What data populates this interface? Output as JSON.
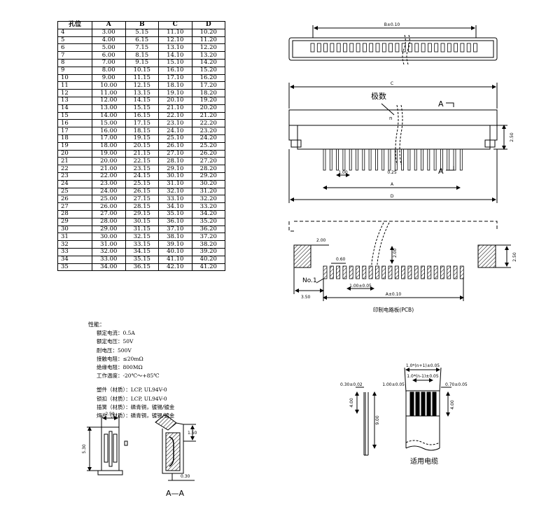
{
  "table": {
    "headers": [
      "孔位",
      "A",
      "B",
      "C",
      "D"
    ],
    "rows": [
      [
        "4",
        "3.00",
        "5.15",
        "11.10",
        "10.20"
      ],
      [
        "5",
        "4.00",
        "6.15",
        "12.10",
        "11.20"
      ],
      [
        "6",
        "5.00",
        "7.15",
        "13.10",
        "12.20"
      ],
      [
        "7",
        "6.00",
        "8.15",
        "14.10",
        "13.20"
      ],
      [
        "8",
        "7.00",
        "9.15",
        "15.10",
        "14.20"
      ],
      [
        "9",
        "8.00",
        "10.15",
        "16.10",
        "15.20"
      ],
      [
        "10",
        "9.00",
        "11.15",
        "17.10",
        "16.20"
      ],
      [
        "11",
        "10.00",
        "12.15",
        "18.10",
        "17.20"
      ],
      [
        "12",
        "11.00",
        "13.15",
        "19.10",
        "18.20"
      ],
      [
        "13",
        "12.00",
        "14.15",
        "20.10",
        "19.20"
      ],
      [
        "14",
        "13.00",
        "15.15",
        "21.10",
        "20.20"
      ],
      [
        "15",
        "14.00",
        "16.15",
        "22.10",
        "21.20"
      ],
      [
        "16",
        "15.00",
        "17.15",
        "23.10",
        "22.20"
      ],
      [
        "17",
        "16.00",
        "18.15",
        "24.10",
        "23.20"
      ],
      [
        "18",
        "17.00",
        "19.15",
        "25.10",
        "24.20"
      ],
      [
        "19",
        "18.00",
        "20.15",
        "26.10",
        "25.20"
      ],
      [
        "20",
        "19.00",
        "21.15",
        "27.10",
        "26.20"
      ],
      [
        "21",
        "20.00",
        "22.15",
        "28.10",
        "27.20"
      ],
      [
        "22",
        "21.00",
        "23.15",
        "29.10",
        "28.20"
      ],
      [
        "23",
        "22.00",
        "24.15",
        "30.10",
        "29.20"
      ],
      [
        "24",
        "23.00",
        "25.15",
        "31.10",
        "30.20"
      ],
      [
        "25",
        "24.00",
        "26.15",
        "32.10",
        "31.20"
      ],
      [
        "26",
        "25.00",
        "27.15",
        "33.10",
        "32.20"
      ],
      [
        "27",
        "26.00",
        "28.15",
        "34.10",
        "33.20"
      ],
      [
        "28",
        "27.00",
        "29.15",
        "35.10",
        "34.20"
      ],
      [
        "29",
        "28.00",
        "30.15",
        "36.10",
        "35.20"
      ],
      [
        "30",
        "29.00",
        "31.15",
        "37.10",
        "36.20"
      ],
      [
        "31",
        "30.00",
        "32.15",
        "38.10",
        "37.20"
      ],
      [
        "32",
        "31.00",
        "33.15",
        "39.10",
        "38.20"
      ],
      [
        "33",
        "32.00",
        "34.15",
        "40.10",
        "39.20"
      ],
      [
        "34",
        "33.00",
        "35.15",
        "41.10",
        "40.20"
      ],
      [
        "35",
        "34.00",
        "36.15",
        "42.10",
        "41.20"
      ]
    ]
  },
  "specs": {
    "title": "性能：",
    "electrical": [
      "额定电流：0.5A",
      "额定电压：50V",
      "耐电压：500V",
      "接触电阻：≤20mΩ",
      "绝缘电阻：800MΩ",
      "工作温度：-20℃～+85℃"
    ],
    "materials": [
      "塑件（材质）：LCP, UL94V-0",
      "锁扣（材质）：LCP, UL94V-0",
      "插簧（材质）：磷青铜，镀锡/镀金",
      "焊片（材质）：磷青铜，镀锡/镀金"
    ]
  },
  "views": {
    "top": {
      "dim_b": "B±0.10"
    },
    "front": {
      "dim_c": "C",
      "label_poles": "极数",
      "label_n": "n",
      "label_a1": "A",
      "label_a2": "A",
      "dim_pitch": "1.00",
      "dim_pin": "0.25",
      "dim_a": "A",
      "dim_d": "D",
      "dim_h": "2.50"
    },
    "pcb": {
      "dim_left": "2.00",
      "dim_gap": "0.60",
      "dim_top": "2.00",
      "dim_right": "2.50",
      "label_no1": "No.1",
      "dim_pitch": "1.00±0.05",
      "dim_a": "A±0.10",
      "dim_edge": "3.50",
      "caption": "印制电路板(PCB)"
    },
    "side": {
      "dim_w": "2.50",
      "dim_h": "5.30"
    },
    "section": {
      "dim_h": "1.50",
      "dim_t": "0.30",
      "caption": "A—A"
    },
    "cable": {
      "dim_t": "0.30±0.02",
      "dim_len": "4.00",
      "dim_total": "9.00",
      "dim_pitch_n1": "1.0*(n+1)±0.05",
      "dim_pitch_n": "1.0*(n-1)±0.05",
      "dim_p": "1.00±0.05",
      "dim_edge": "0.70±0.05",
      "dim_strip": "4.00",
      "caption": "适用电缆"
    }
  }
}
